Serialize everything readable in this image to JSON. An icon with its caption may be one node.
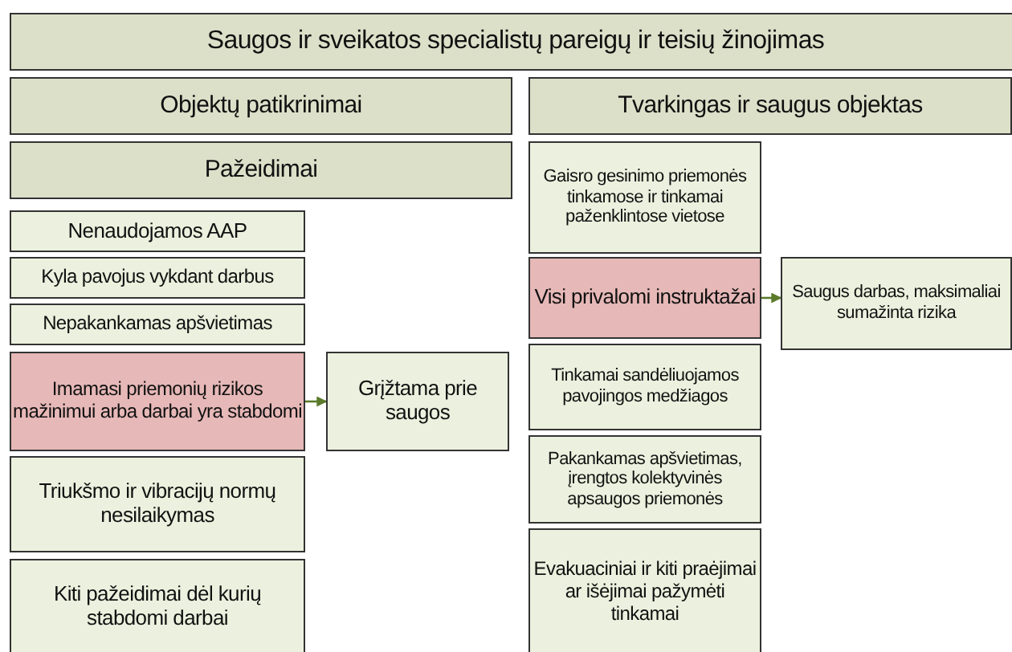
{
  "diagram": {
    "nodes": [
      {
        "text": [
          "Saugos ir sveikatos specialistų pareigų ir teisių žinojimas"
        ]
      },
      {
        "text": [
          "Objektų patikrinimai"
        ]
      },
      {
        "text": [
          "Tvarkingas ir saugus objektas"
        ]
      },
      {
        "text": [
          "Pažeidimai"
        ]
      },
      {
        "text": [
          "Nenaudojamos AAP"
        ]
      },
      {
        "text": [
          "Kyla pavojus vykdant darbus"
        ]
      },
      {
        "text": [
          "Nepakankamas apšvietimas"
        ]
      },
      {
        "text": [
          "Imamasi priemonių rizikos mažinimui arba darbai yra stabdomi"
        ]
      },
      {
        "text": [
          "Triukšmo ir vibracijų normų nesilaikymas"
        ]
      },
      {
        "text": [
          "Kiti pažeidimai dėl kurių stabdomi darbai"
        ]
      },
      {
        "text": [
          "Grįžtama prie saugos"
        ]
      },
      {
        "text": [
          "Gaisro gesinimo priemonės tinkamose ir tinkamai paženklintose vietose"
        ]
      },
      {
        "text": [
          "Visi privalomi instruktažai"
        ]
      },
      {
        "text": [
          "Saugus darbas, maksimaliai sumažinta rizika"
        ]
      },
      {
        "text": [
          "Tinkamai sandėliuojamos pavojingos medžiagos"
        ]
      },
      {
        "text": [
          "Pakankamas apšvietimas, įrengtos kolektyvinės apsaugos priemonės"
        ]
      },
      {
        "text": [
          "Evakuaciniai ir kiti praėjimai ar išėjimai pažymėti tinkamai"
        ]
      }
    ],
    "edges": [
      {
        "from": 7,
        "to": 10,
        "arrow": "to"
      },
      {
        "from": 12,
        "to": 13,
        "arrow": "to"
      }
    ]
  }
}
